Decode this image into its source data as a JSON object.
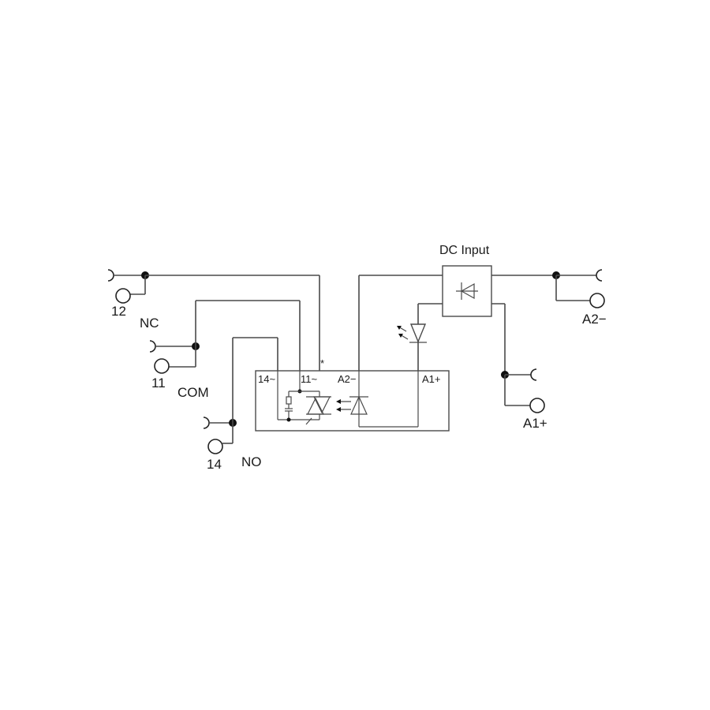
{
  "diagram": {
    "title": "DC Input",
    "terminals": {
      "t12": {
        "number": "12",
        "function": "NC"
      },
      "t11": {
        "number": "11",
        "function": "COM"
      },
      "t14": {
        "number": "14",
        "function": "NO"
      },
      "a2": {
        "label": "A2−"
      },
      "a1": {
        "label": "A1+"
      }
    },
    "module_pins": {
      "p14": "14~",
      "p11": "11~",
      "pa2": "A2−",
      "pa1": "A1+"
    },
    "marker": "*"
  }
}
